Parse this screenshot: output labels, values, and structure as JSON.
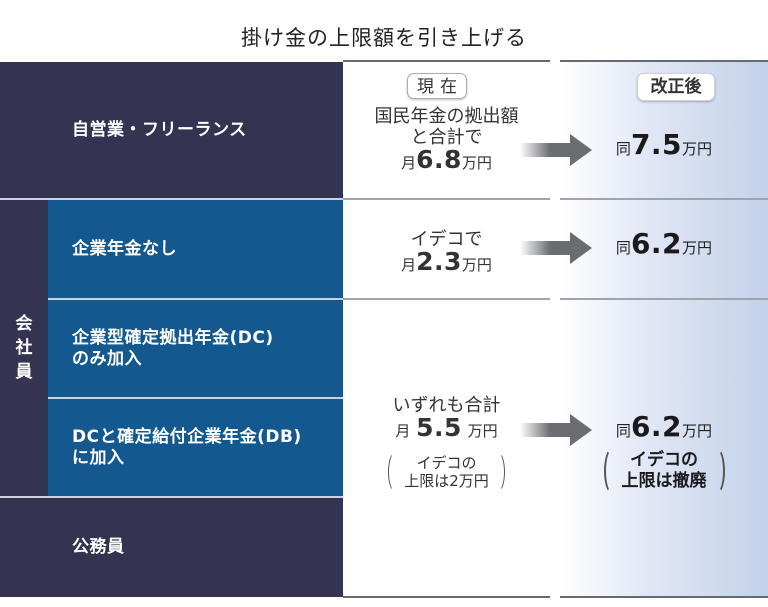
{
  "title": "掛け金の上限額を引き上げる",
  "headers": {
    "current": "現在",
    "after": "改正後"
  },
  "categories": {
    "self_employed": "自営業・フリーランス",
    "employee_group": [
      "会",
      "社",
      "員"
    ],
    "no_corporate_pension": "企業年金なし",
    "dc_only_line1": "企業型確定拠出年金(DC)",
    "dc_only_line2": "のみ加入",
    "dc_db_line1": "DCと確定給付企業年金(DB)",
    "dc_db_line2": "に加入",
    "civil_servant": "公務員"
  },
  "rows": {
    "self_employed": {
      "current_line1": "国民年金の拠出額",
      "current_line2": "と合計で",
      "current_prefix": "月",
      "current_value": "6.8",
      "current_unit": "万円",
      "after_prefix": "同",
      "after_value": "7.5",
      "after_unit": "万円"
    },
    "no_corporate_pension": {
      "current_line1": "イデコで",
      "current_prefix": "月",
      "current_value": "2.3",
      "current_unit": "万円",
      "after_prefix": "同",
      "after_value": "6.2",
      "after_unit": "万円"
    },
    "others": {
      "current_line1": "いずれも合計",
      "current_prefix": "月",
      "current_value": "5.5",
      "current_unit": "万円",
      "current_note_line1": "イデコの",
      "current_note_line2": "上限は2万円",
      "after_prefix": "同",
      "after_value": "6.2",
      "after_unit": "万円",
      "after_note_line1": "イデコの",
      "after_note_line2": "上限は撤廃"
    }
  },
  "colors": {
    "navy": "#343352",
    "blue": "#13588f",
    "gradient_end": "#c3d1ea",
    "arrow": "#6b6d72"
  }
}
